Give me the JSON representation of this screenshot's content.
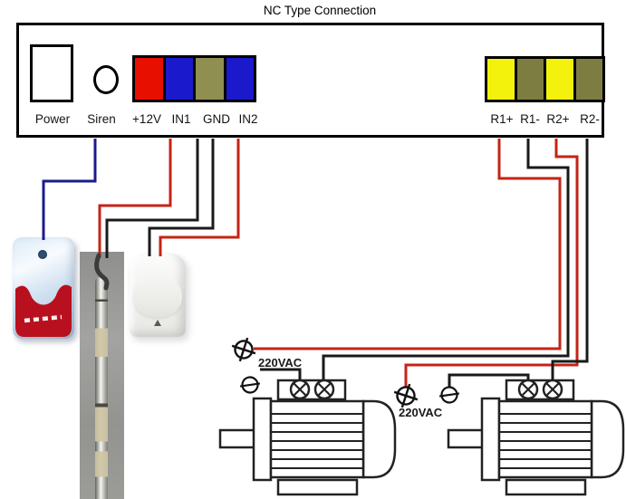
{
  "title": "NC Type Connection",
  "panel": {
    "power_label": "Power",
    "siren_label": "Siren",
    "input_terminals": {
      "labels": [
        "+12V",
        "IN1",
        "GND",
        "IN2"
      ],
      "colors": [
        "#e60f00",
        "#1a1acc",
        "#8f8f52",
        "#1a1acc"
      ]
    },
    "relay_terminals": {
      "labels": [
        "R1+",
        "R1-",
        "R2+",
        "R2-"
      ],
      "colors": [
        "#f2f20c",
        "#7d7d42",
        "#f2f20c",
        "#7d7d42"
      ]
    }
  },
  "motors": {
    "motor1_voltage": "220VAC",
    "motor2_voltage": "220VAC"
  },
  "symbols": {
    "plus_icon": "circle-plus",
    "minus_icon": "circle-minus"
  },
  "wire_colors": {
    "red": "#c42415",
    "black": "#1a1a1a",
    "blue": "#1b1b8c"
  },
  "connections": [
    {
      "from": "Siren terminal",
      "to": "strobe siren",
      "wire": "blue"
    },
    {
      "from": "+12V",
      "to": "wired sensor",
      "wire": "red"
    },
    {
      "from": "IN1",
      "to": "wired sensor",
      "wire": "black"
    },
    {
      "from": "GND",
      "to": "PIR detector",
      "wire": "black"
    },
    {
      "from": "IN2",
      "to": "PIR detector",
      "wire": "red"
    },
    {
      "from": "R1+",
      "to": "220VAC live, motor 1",
      "wire": "red"
    },
    {
      "from": "R1-",
      "to": "motor 1 right terminal",
      "wire": "black"
    },
    {
      "from": "R2+",
      "to": "220VAC live, motor 2",
      "wire": "red"
    },
    {
      "from": "R2-",
      "to": "motor 2 right terminal",
      "wire": "black"
    },
    {
      "from": "220VAC neutral",
      "to": "motor 1 left terminal",
      "wire": "black"
    },
    {
      "from": "220VAC neutral",
      "to": "motor 2 left terminal",
      "wire": "black"
    }
  ]
}
